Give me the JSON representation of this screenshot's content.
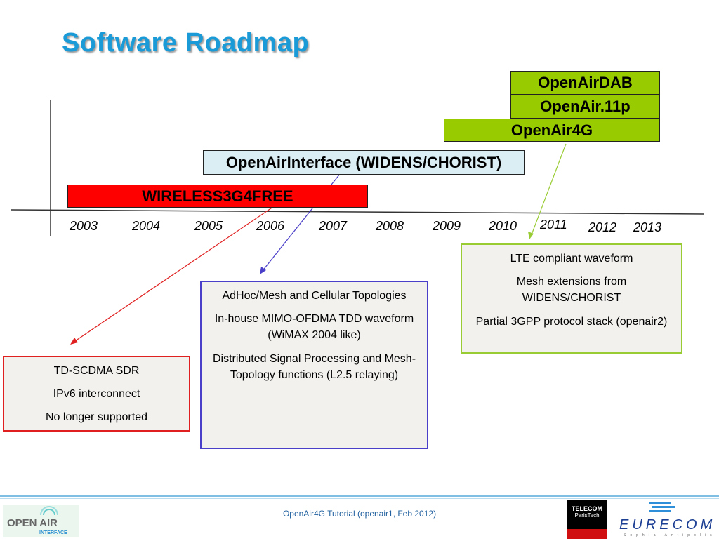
{
  "title": "Software Roadmap",
  "bars": {
    "openairdab": "OpenAirDAB",
    "openair11p": "OpenAir.11p",
    "openair4g": "OpenAir4G",
    "openairinterface": "OpenAirInterface (WIDENS/CHORIST)",
    "wireless3g4free": "WIRELESS3G4FREE"
  },
  "years": [
    "2003",
    "2004",
    "2005",
    "2006",
    "2007",
    "2008",
    "2009",
    "2010",
    "2011",
    "2012",
    "2013"
  ],
  "boxes": {
    "red": [
      "TD-SCDMA SDR",
      "IPv6 interconnect",
      "No longer supported"
    ],
    "blue": [
      "AdHoc/Mesh and Cellular Topologies",
      "In-house MIMO-OFDMA TDD waveform (WiMAX 2004 like)",
      "Distributed Signal Processing and Mesh-Topology functions (L2.5 relaying)"
    ],
    "green": [
      "LTE compliant waveform",
      "Mesh extensions from WIDENS/CHORIST",
      "Partial 3GPP protocol stack (openair2)"
    ]
  },
  "footer": {
    "text": "OpenAir4G Tutorial (openair1, Feb 2012)",
    "logo_openair_text": "OPEN AIR",
    "logo_openair_sub": "INTERFACE",
    "telecom_line1": "TELECOM",
    "telecom_line2": "ParisTech",
    "eurecom": "EURECOM",
    "eurecom_sub": "Sophia Antipolis"
  },
  "colors": {
    "title": "#1a9bd7",
    "green_bar": "#99cc00",
    "red_bar": "#ff0000",
    "blue_bar": "#dbeef4",
    "red_border": "#e02020",
    "blue_border": "#4a3fc8",
    "green_border": "#99cc33"
  }
}
